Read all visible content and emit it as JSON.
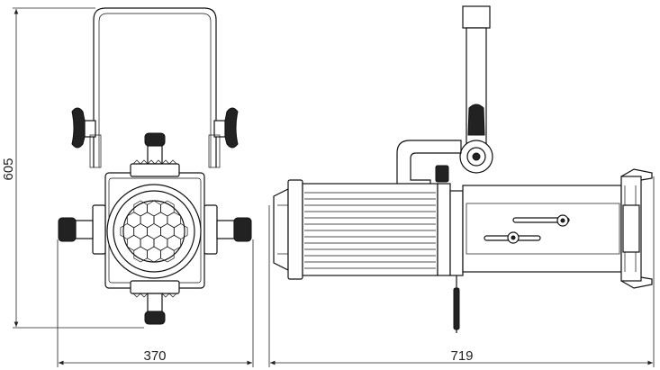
{
  "dimensions": {
    "height_label": "605",
    "front_width_label": "370",
    "side_length_label": "719"
  },
  "colors": {
    "line": "#111111",
    "background": "#ffffff"
  }
}
